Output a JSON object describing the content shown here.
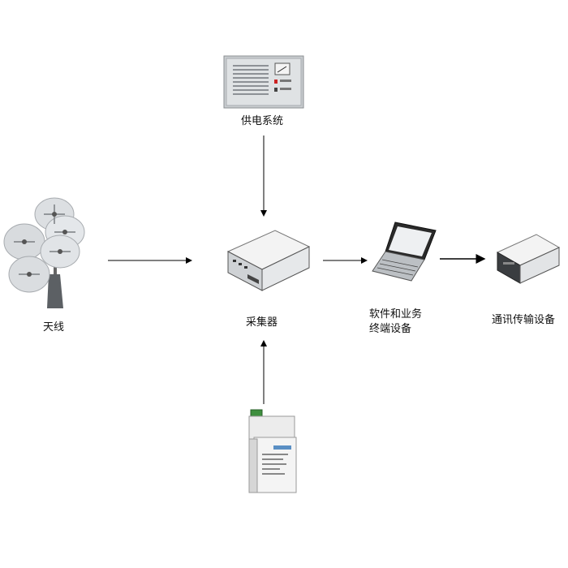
{
  "nodes": {
    "power": {
      "label": "供电系统",
      "icon": "power-supply-icon"
    },
    "antenna": {
      "label": "天线",
      "icon": "antenna-array-icon"
    },
    "collector": {
      "label": "采集器",
      "icon": "collector-box-icon"
    },
    "terminal": {
      "label_line1": "软件和业务",
      "label_line2": "终端设备",
      "icon": "laptop-icon"
    },
    "comm": {
      "label": "通讯传输设备",
      "icon": "comm-device-icon"
    },
    "sensor": {
      "icon": "din-rail-module-icon"
    }
  },
  "edges": [
    {
      "from": "antenna",
      "to": "collector"
    },
    {
      "from": "power",
      "to": "collector"
    },
    {
      "from": "sensor",
      "to": "collector"
    },
    {
      "from": "collector",
      "to": "terminal"
    },
    {
      "from": "terminal",
      "to": "comm"
    }
  ]
}
